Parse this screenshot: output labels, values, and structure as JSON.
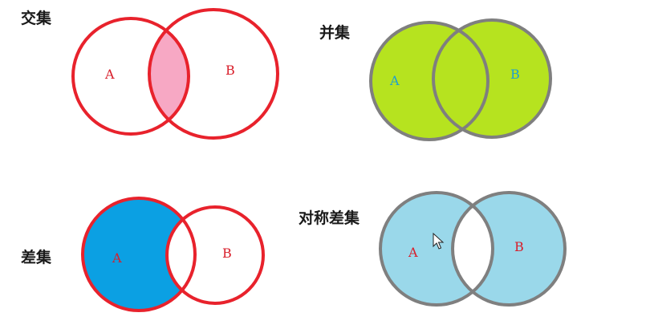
{
  "captions": {
    "intersection": "交集",
    "union": "并集",
    "difference": "差集",
    "symmetric_difference": "对称差集"
  },
  "labels": {
    "a": "A",
    "b": "B"
  },
  "colors": {
    "red_outline": "#e8222c",
    "gray_outline": "#7f7f7f",
    "intersection_fill": "#f7a8c4",
    "union_fill": "#b6e31f",
    "difference_fill": "#0ba0e3",
    "symmetric_fill": "#9ad8ea",
    "label_red": "#d81e2a",
    "label_teal": "#1f9fd0"
  },
  "cursor_icon": "mouse-pointer-icon"
}
